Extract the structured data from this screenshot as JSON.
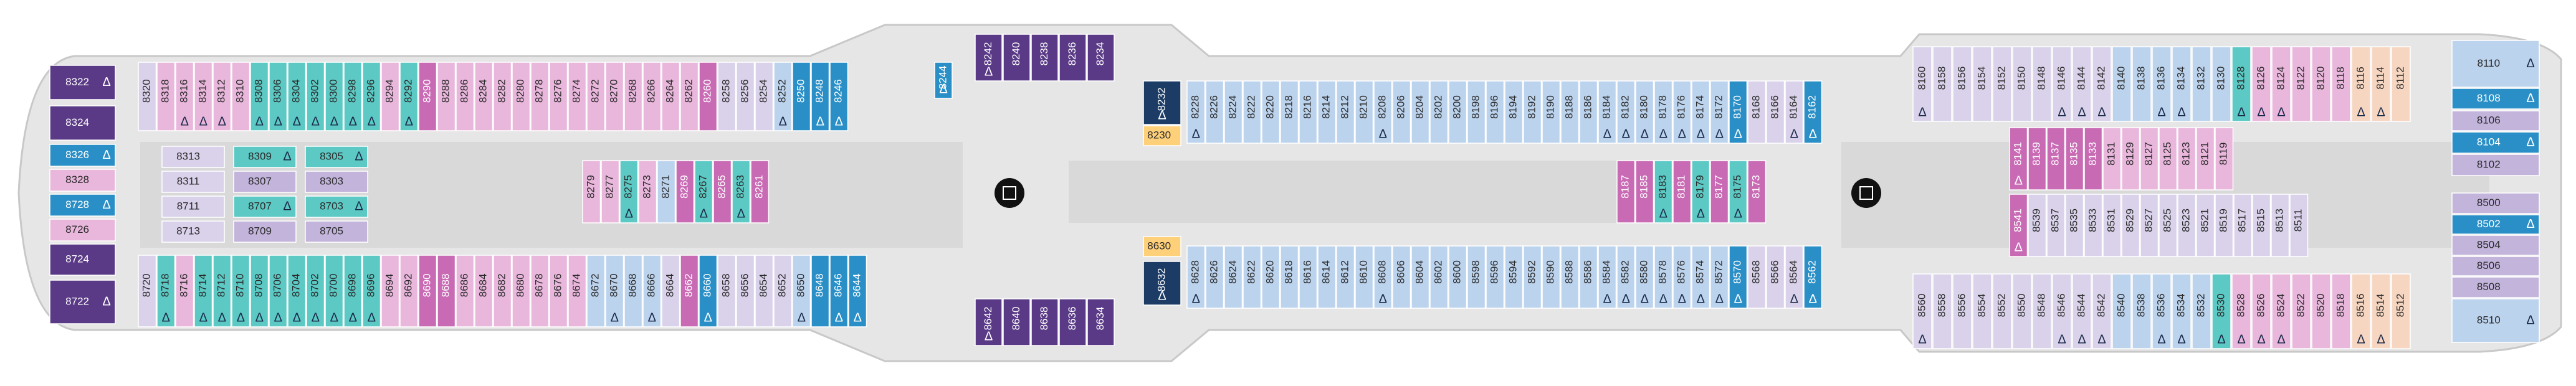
{
  "colors": {
    "light_lavender": "#d9d2ea",
    "pink": "#e9b6dc",
    "magenta": "#c86bb4",
    "purple": "#5a3a86",
    "teal": "#5cc9c4",
    "blue": "#2a8fc6",
    "light_blue": "#bcd3ee",
    "navy": "#1c3c66",
    "lavender": "#c3b4dc",
    "peach": "#f6d6c1",
    "yellow": "#ffd07a",
    "hull": "#e6e6e6",
    "corridor": "#d7d7d7"
  },
  "forward_cabins": [
    {
      "n": "8322",
      "c": "purple",
      "acc": true
    },
    {
      "n": "8324",
      "c": "purple"
    },
    {
      "n": "8326",
      "c": "blue",
      "acc": true
    },
    {
      "n": "8328",
      "c": "pink"
    },
    {
      "n": "8728",
      "c": "blue",
      "acc": true
    },
    {
      "n": "8726",
      "c": "pink"
    },
    {
      "n": "8724",
      "c": "purple"
    },
    {
      "n": "8722",
      "c": "purple",
      "acc": true
    }
  ],
  "port_top": [
    {
      "n": "8320",
      "c": "light_lavender"
    },
    {
      "n": "8318",
      "c": "pink"
    },
    {
      "n": "8316",
      "c": "pink",
      "acc": true
    },
    {
      "n": "8314",
      "c": "pink",
      "acc": true
    },
    {
      "n": "8312",
      "c": "pink",
      "acc": true
    },
    {
      "n": "8310",
      "c": "pink"
    },
    {
      "n": "8308",
      "c": "teal",
      "acc": true
    },
    {
      "n": "8306",
      "c": "teal",
      "acc": true
    },
    {
      "n": "8304",
      "c": "teal",
      "acc": true
    },
    {
      "n": "8302",
      "c": "teal",
      "acc": true
    },
    {
      "n": "8300",
      "c": "teal",
      "acc": true
    },
    {
      "n": "8298",
      "c": "teal",
      "acc": true
    },
    {
      "n": "8296",
      "c": "teal",
      "acc": true
    },
    {
      "n": "8294",
      "c": "pink"
    },
    {
      "n": "8292",
      "c": "teal",
      "acc": true
    },
    {
      "n": "8290",
      "c": "magenta"
    },
    {
      "n": "8288",
      "c": "pink"
    },
    {
      "n": "8286",
      "c": "pink"
    },
    {
      "n": "8284",
      "c": "pink"
    },
    {
      "n": "8282",
      "c": "pink"
    },
    {
      "n": "8280",
      "c": "pink"
    },
    {
      "n": "8278",
      "c": "pink"
    },
    {
      "n": "8276",
      "c": "pink"
    },
    {
      "n": "8274",
      "c": "pink"
    },
    {
      "n": "8272",
      "c": "pink"
    },
    {
      "n": "8270",
      "c": "pink"
    },
    {
      "n": "8268",
      "c": "pink"
    },
    {
      "n": "8266",
      "c": "pink"
    },
    {
      "n": "8264",
      "c": "pink"
    },
    {
      "n": "8262",
      "c": "pink"
    },
    {
      "n": "8260",
      "c": "magenta"
    },
    {
      "n": "8258",
      "c": "light_lavender"
    },
    {
      "n": "8256",
      "c": "light_lavender"
    },
    {
      "n": "8254",
      "c": "light_lavender"
    },
    {
      "n": "8252",
      "c": "light_blue",
      "acc": true
    },
    {
      "n": "8250",
      "c": "blue"
    },
    {
      "n": "8248",
      "c": "blue",
      "acc": true
    },
    {
      "n": "8246",
      "c": "blue",
      "acc": true
    }
  ],
  "port_bottom": [
    {
      "n": "8720",
      "c": "light_lavender"
    },
    {
      "n": "8718",
      "c": "teal",
      "acc": true
    },
    {
      "n": "8716",
      "c": "pink"
    },
    {
      "n": "8714",
      "c": "teal",
      "acc": true
    },
    {
      "n": "8712",
      "c": "teal",
      "acc": true
    },
    {
      "n": "8710",
      "c": "teal",
      "acc": true
    },
    {
      "n": "8708",
      "c": "teal",
      "acc": true
    },
    {
      "n": "8706",
      "c": "teal",
      "acc": true
    },
    {
      "n": "8704",
      "c": "teal",
      "acc": true
    },
    {
      "n": "8702",
      "c": "teal",
      "acc": true
    },
    {
      "n": "8700",
      "c": "teal",
      "acc": true
    },
    {
      "n": "8698",
      "c": "teal",
      "acc": true
    },
    {
      "n": "8696",
      "c": "teal",
      "acc": true
    },
    {
      "n": "8694",
      "c": "pink"
    },
    {
      "n": "8692",
      "c": "pink"
    },
    {
      "n": "8690",
      "c": "magenta"
    },
    {
      "n": "8688",
      "c": "magenta"
    },
    {
      "n": "8686",
      "c": "pink"
    },
    {
      "n": "8684",
      "c": "pink"
    },
    {
      "n": "8682",
      "c": "pink"
    },
    {
      "n": "8680",
      "c": "pink"
    },
    {
      "n": "8678",
      "c": "pink"
    },
    {
      "n": "8676",
      "c": "pink"
    },
    {
      "n": "8674",
      "c": "pink"
    },
    {
      "n": "8672",
      "c": "light_blue"
    },
    {
      "n": "8670",
      "c": "light_blue",
      "acc": true
    },
    {
      "n": "8668",
      "c": "light_blue"
    },
    {
      "n": "8666",
      "c": "light_blue",
      "acc": true
    },
    {
      "n": "8664",
      "c": "light_lavender"
    },
    {
      "n": "8662",
      "c": "magenta"
    },
    {
      "n": "8660",
      "c": "blue",
      "acc": true
    },
    {
      "n": "8658",
      "c": "light_lavender"
    },
    {
      "n": "8656",
      "c": "light_lavender"
    },
    {
      "n": "8654",
      "c": "light_lavender"
    },
    {
      "n": "8652",
      "c": "light_lavender"
    },
    {
      "n": "8650",
      "c": "light_blue",
      "acc": true
    },
    {
      "n": "8648",
      "c": "blue"
    },
    {
      "n": "8646",
      "c": "blue",
      "acc": true
    },
    {
      "n": "8644",
      "c": "blue",
      "acc": true
    }
  ],
  "port_inner": [
    [
      {
        "n": "8313",
        "c": "light_lavender"
      },
      {
        "n": "8309",
        "c": "teal",
        "acc": true
      },
      {
        "n": "8305",
        "c": "teal",
        "acc": true
      }
    ],
    [
      {
        "n": "8311",
        "c": "light_lavender"
      },
      {
        "n": "8307",
        "c": "lavender"
      },
      {
        "n": "8303",
        "c": "lavender"
      }
    ],
    [
      {
        "n": "8711",
        "c": "light_lavender"
      },
      {
        "n": "8707",
        "c": "teal",
        "acc": true
      },
      {
        "n": "8703",
        "c": "teal",
        "acc": true
      }
    ],
    [
      {
        "n": "8713",
        "c": "light_lavender"
      },
      {
        "n": "8709",
        "c": "lavender"
      },
      {
        "n": "8705",
        "c": "lavender"
      }
    ]
  ],
  "port_inner_vertical": [
    {
      "n": "8279",
      "c": "pink"
    },
    {
      "n": "8277",
      "c": "pink"
    },
    {
      "n": "8275",
      "c": "teal",
      "acc": true
    },
    {
      "n": "8273",
      "c": "pink"
    },
    {
      "n": "8271",
      "c": "light_blue"
    },
    {
      "n": "8269",
      "c": "magenta"
    },
    {
      "n": "8267",
      "c": "teal",
      "acc": true
    },
    {
      "n": "8265",
      "c": "magenta"
    },
    {
      "n": "8263",
      "c": "teal",
      "acc": true
    },
    {
      "n": "8261",
      "c": "magenta"
    }
  ],
  "mid_top": [
    {
      "n": "8242",
      "c": "purple",
      "acc": true
    },
    {
      "n": "8240",
      "c": "purple"
    },
    {
      "n": "8238",
      "c": "purple"
    },
    {
      "n": "8236",
      "c": "purple"
    },
    {
      "n": "8234",
      "c": "purple"
    }
  ],
  "mid_bottom": [
    {
      "n": "8642",
      "c": "purple",
      "acc": true
    },
    {
      "n": "8640",
      "c": "purple"
    },
    {
      "n": "8638",
      "c": "purple"
    },
    {
      "n": "8636",
      "c": "purple"
    },
    {
      "n": "8634",
      "c": "purple"
    }
  ],
  "mid_top_short": [
    {
      "n": "8244",
      "c": "blue",
      "acc": true
    }
  ],
  "fwd_mid_labels": {
    "top": "8232",
    "top_small": "8230",
    "bottom": "8632",
    "bottom_small": "8630"
  },
  "stbd_top": [
    {
      "n": "8228",
      "c": "light_blue",
      "acc": true
    },
    {
      "n": "8226",
      "c": "light_blue"
    },
    {
      "n": "8224",
      "c": "light_blue"
    },
    {
      "n": "8222",
      "c": "light_blue"
    },
    {
      "n": "8220",
      "c": "light_blue"
    },
    {
      "n": "8218",
      "c": "light_blue"
    },
    {
      "n": "8216",
      "c": "light_blue"
    },
    {
      "n": "8214",
      "c": "light_blue"
    },
    {
      "n": "8212",
      "c": "light_blue"
    },
    {
      "n": "8210",
      "c": "light_blue"
    },
    {
      "n": "8208",
      "c": "light_blue",
      "acc": true
    },
    {
      "n": "8206",
      "c": "light_blue"
    },
    {
      "n": "8204",
      "c": "light_blue"
    },
    {
      "n": "8202",
      "c": "light_blue"
    },
    {
      "n": "8200",
      "c": "light_blue"
    },
    {
      "n": "8198",
      "c": "light_blue"
    },
    {
      "n": "8196",
      "c": "light_blue"
    },
    {
      "n": "8194",
      "c": "light_blue"
    },
    {
      "n": "8192",
      "c": "light_blue"
    },
    {
      "n": "8190",
      "c": "light_blue"
    },
    {
      "n": "8188",
      "c": "light_blue"
    },
    {
      "n": "8186",
      "c": "light_blue"
    },
    {
      "n": "8184",
      "c": "light_blue",
      "acc": true
    },
    {
      "n": "8182",
      "c": "light_blue",
      "acc": true
    },
    {
      "n": "8180",
      "c": "light_blue",
      "acc": true
    },
    {
      "n": "8178",
      "c": "light_blue",
      "acc": true
    },
    {
      "n": "8176",
      "c": "light_blue",
      "acc": true
    },
    {
      "n": "8174",
      "c": "light_blue",
      "acc": true
    },
    {
      "n": "8172",
      "c": "light_blue",
      "acc": true
    },
    {
      "n": "8170",
      "c": "blue",
      "acc": true
    },
    {
      "n": "8168",
      "c": "light_lavender"
    },
    {
      "n": "8166",
      "c": "light_lavender"
    },
    {
      "n": "8164",
      "c": "light_lavender",
      "acc": true
    },
    {
      "n": "8162",
      "c": "blue",
      "acc": true
    }
  ],
  "stbd_bottom": [
    {
      "n": "8628",
      "c": "light_blue",
      "acc": true
    },
    {
      "n": "8626",
      "c": "light_blue"
    },
    {
      "n": "8624",
      "c": "light_blue"
    },
    {
      "n": "8622",
      "c": "light_blue"
    },
    {
      "n": "8620",
      "c": "light_blue"
    },
    {
      "n": "8618",
      "c": "light_blue"
    },
    {
      "n": "8616",
      "c": "light_blue"
    },
    {
      "n": "8614",
      "c": "light_blue"
    },
    {
      "n": "8612",
      "c": "light_blue"
    },
    {
      "n": "8610",
      "c": "light_blue"
    },
    {
      "n": "8608",
      "c": "light_blue",
      "acc": true
    },
    {
      "n": "8606",
      "c": "light_blue"
    },
    {
      "n": "8604",
      "c": "light_blue"
    },
    {
      "n": "8602",
      "c": "light_blue"
    },
    {
      "n": "8600",
      "c": "light_blue"
    },
    {
      "n": "8598",
      "c": "light_blue"
    },
    {
      "n": "8596",
      "c": "light_blue"
    },
    {
      "n": "8594",
      "c": "light_blue"
    },
    {
      "n": "8592",
      "c": "light_blue"
    },
    {
      "n": "8590",
      "c": "light_blue"
    },
    {
      "n": "8588",
      "c": "light_blue"
    },
    {
      "n": "8586",
      "c": "light_blue"
    },
    {
      "n": "8584",
      "c": "light_blue",
      "acc": true
    },
    {
      "n": "8582",
      "c": "light_blue",
      "acc": true
    },
    {
      "n": "8580",
      "c": "light_blue",
      "acc": true
    },
    {
      "n": "8578",
      "c": "light_blue",
      "acc": true
    },
    {
      "n": "8576",
      "c": "light_blue",
      "acc": true
    },
    {
      "n": "8574",
      "c": "light_blue",
      "acc": true
    },
    {
      "n": "8572",
      "c": "light_blue",
      "acc": true
    },
    {
      "n": "8570",
      "c": "blue",
      "acc": true
    },
    {
      "n": "8568",
      "c": "light_lavender"
    },
    {
      "n": "8566",
      "c": "light_lavender"
    },
    {
      "n": "8564",
      "c": "light_lavender",
      "acc": true
    },
    {
      "n": "8562",
      "c": "blue",
      "acc": true
    }
  ],
  "stbd_inner_top": [
    {
      "n": "8187",
      "c": "magenta"
    },
    {
      "n": "8185",
      "c": "magenta"
    },
    {
      "n": "8183",
      "c": "teal",
      "acc": true
    },
    {
      "n": "8181",
      "c": "magenta"
    },
    {
      "n": "8179",
      "c": "teal",
      "acc": true
    },
    {
      "n": "8177",
      "c": "magenta"
    },
    {
      "n": "8175",
      "c": "teal",
      "acc": true
    },
    {
      "n": "8173",
      "c": "magenta"
    }
  ],
  "aft_top": [
    {
      "n": "8160",
      "c": "light_lavender",
      "acc": true
    },
    {
      "n": "8158",
      "c": "light_lavender"
    },
    {
      "n": "8156",
      "c": "light_lavender"
    },
    {
      "n": "8154",
      "c": "light_lavender"
    },
    {
      "n": "8152",
      "c": "light_lavender"
    },
    {
      "n": "8150",
      "c": "light_lavender"
    },
    {
      "n": "8148",
      "c": "light_lavender"
    },
    {
      "n": "8146",
      "c": "light_lavender",
      "acc": true
    },
    {
      "n": "8144",
      "c": "light_lavender",
      "acc": true
    },
    {
      "n": "8142",
      "c": "light_lavender",
      "acc": true
    },
    {
      "n": "8140",
      "c": "light_blue"
    },
    {
      "n": "8138",
      "c": "light_blue"
    },
    {
      "n": "8136",
      "c": "light_blue",
      "acc": true
    },
    {
      "n": "8134",
      "c": "light_blue",
      "acc": true
    },
    {
      "n": "8132",
      "c": "light_blue"
    },
    {
      "n": "8130",
      "c": "light_blue"
    },
    {
      "n": "8128",
      "c": "teal",
      "acc": true
    },
    {
      "n": "8126",
      "c": "pink",
      "acc": true
    },
    {
      "n": "8124",
      "c": "pink",
      "acc": true
    },
    {
      "n": "8122",
      "c": "pink"
    },
    {
      "n": "8120",
      "c": "pink"
    },
    {
      "n": "8118",
      "c": "pink"
    },
    {
      "n": "8116",
      "c": "peach",
      "acc": true
    },
    {
      "n": "8114",
      "c": "peach",
      "acc": true
    },
    {
      "n": "8112",
      "c": "peach"
    }
  ],
  "aft_bottom": [
    {
      "n": "8560",
      "c": "light_lavender",
      "acc": true
    },
    {
      "n": "8558",
      "c": "light_lavender"
    },
    {
      "n": "8556",
      "c": "light_lavender"
    },
    {
      "n": "8554",
      "c": "light_lavender"
    },
    {
      "n": "8552",
      "c": "light_lavender"
    },
    {
      "n": "8550",
      "c": "light_lavender"
    },
    {
      "n": "8548",
      "c": "light_lavender"
    },
    {
      "n": "8546",
      "c": "light_lavender",
      "acc": true
    },
    {
      "n": "8544",
      "c": "light_lavender",
      "acc": true
    },
    {
      "n": "8542",
      "c": "light_lavender",
      "acc": true
    },
    {
      "n": "8540",
      "c": "light_blue"
    },
    {
      "n": "8538",
      "c": "light_blue"
    },
    {
      "n": "8536",
      "c": "light_blue",
      "acc": true
    },
    {
      "n": "8534",
      "c": "light_blue",
      "acc": true
    },
    {
      "n": "8532",
      "c": "light_blue"
    },
    {
      "n": "8530",
      "c": "teal",
      "acc": true
    },
    {
      "n": "8528",
      "c": "pink",
      "acc": true
    },
    {
      "n": "8526",
      "c": "pink",
      "acc": true
    },
    {
      "n": "8524",
      "c": "pink",
      "acc": true
    },
    {
      "n": "8522",
      "c": "pink"
    },
    {
      "n": "8520",
      "c": "pink"
    },
    {
      "n": "8518",
      "c": "pink"
    },
    {
      "n": "8516",
      "c": "peach",
      "acc": true
    },
    {
      "n": "8514",
      "c": "peach",
      "acc": true
    },
    {
      "n": "8512",
      "c": "peach"
    }
  ],
  "aft_inner_top": [
    {
      "n": "8141",
      "c": "magenta",
      "acc": true
    },
    {
      "n": "8139",
      "c": "magenta"
    },
    {
      "n": "8137",
      "c": "magenta"
    },
    {
      "n": "8135",
      "c": "magenta"
    },
    {
      "n": "8133",
      "c": "magenta"
    },
    {
      "n": "8131",
      "c": "pink"
    },
    {
      "n": "8129",
      "c": "pink"
    },
    {
      "n": "8127",
      "c": "pink"
    },
    {
      "n": "8125",
      "c": "pink"
    },
    {
      "n": "8123",
      "c": "pink"
    },
    {
      "n": "8121",
      "c": "pink"
    },
    {
      "n": "8119",
      "c": "pink"
    }
  ],
  "aft_inner_bottom": [
    {
      "n": "8541",
      "c": "magenta",
      "acc": true
    },
    {
      "n": "8539",
      "c": "light_lavender"
    },
    {
      "n": "8537",
      "c": "light_lavender"
    },
    {
      "n": "8535",
      "c": "light_lavender"
    },
    {
      "n": "8533",
      "c": "light_lavender"
    },
    {
      "n": "8531",
      "c": "light_lavender"
    },
    {
      "n": "8529",
      "c": "light_lavender"
    },
    {
      "n": "8527",
      "c": "light_lavender"
    },
    {
      "n": "8525",
      "c": "light_lavender"
    },
    {
      "n": "8523",
      "c": "light_lavender"
    },
    {
      "n": "8521",
      "c": "light_lavender"
    },
    {
      "n": "8519",
      "c": "light_lavender"
    },
    {
      "n": "8517",
      "c": "light_lavender"
    },
    {
      "n": "8515",
      "c": "light_lavender"
    },
    {
      "n": "8513",
      "c": "light_lavender"
    },
    {
      "n": "8511",
      "c": "light_lavender"
    }
  ],
  "stern_cabins": [
    {
      "n": "8110",
      "c": "light_blue",
      "acc": true
    },
    {
      "n": "8108",
      "c": "blue",
      "acc": true
    },
    {
      "n": "8106",
      "c": "lavender"
    },
    {
      "n": "8104",
      "c": "blue",
      "acc": true
    },
    {
      "n": "8102",
      "c": "lavender"
    },
    {
      "n": "8500",
      "c": "lavender"
    },
    {
      "n": "8502",
      "c": "blue",
      "acc": true
    },
    {
      "n": "8504",
      "c": "lavender"
    },
    {
      "n": "8506",
      "c": "lavender"
    },
    {
      "n": "8508",
      "c": "lavender"
    },
    {
      "n": "8510",
      "c": "light_blue",
      "acc": true
    }
  ],
  "symbols": {
    "accessible": "Δ",
    "wheelchair": "♿",
    "connecting": "⟷"
  }
}
